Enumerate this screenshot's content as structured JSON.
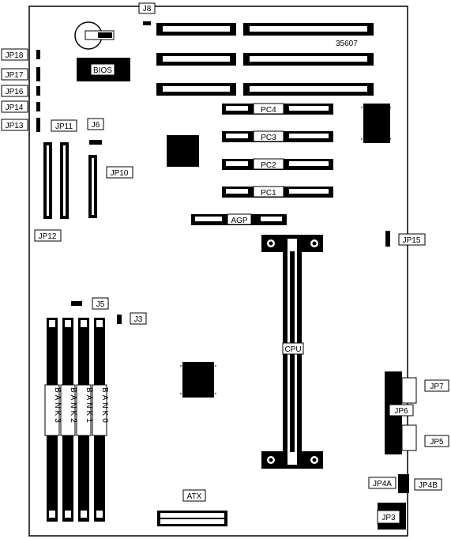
{
  "board_number": "35607",
  "labels": {
    "bios": "BIOS",
    "jp18": "JP18",
    "jp17": "JP17",
    "jp16": "JP16",
    "jp14": "JP14",
    "jp13": "JP13",
    "jp11": "JP11",
    "jp12": "JP12",
    "jp10": "JP10",
    "jp15": "JP15",
    "j6": "J6",
    "j8": "J8",
    "j5": "J5",
    "j3": "J3",
    "pc4": "PC4",
    "pc3": "PC3",
    "pc2": "PC2",
    "pc1": "PC1",
    "agp": "AGP",
    "cpu": "CPU",
    "bank3": "BANK3",
    "bank2": "BANK2",
    "bank1": "BANK1",
    "bank0": "BANK0",
    "atx": "ATX",
    "jp7": "JP7",
    "jp6": "JP6",
    "jp5": "JP5",
    "jp4a": "JP4A",
    "jp4b": "JP4B",
    "jp3": "JP3"
  }
}
